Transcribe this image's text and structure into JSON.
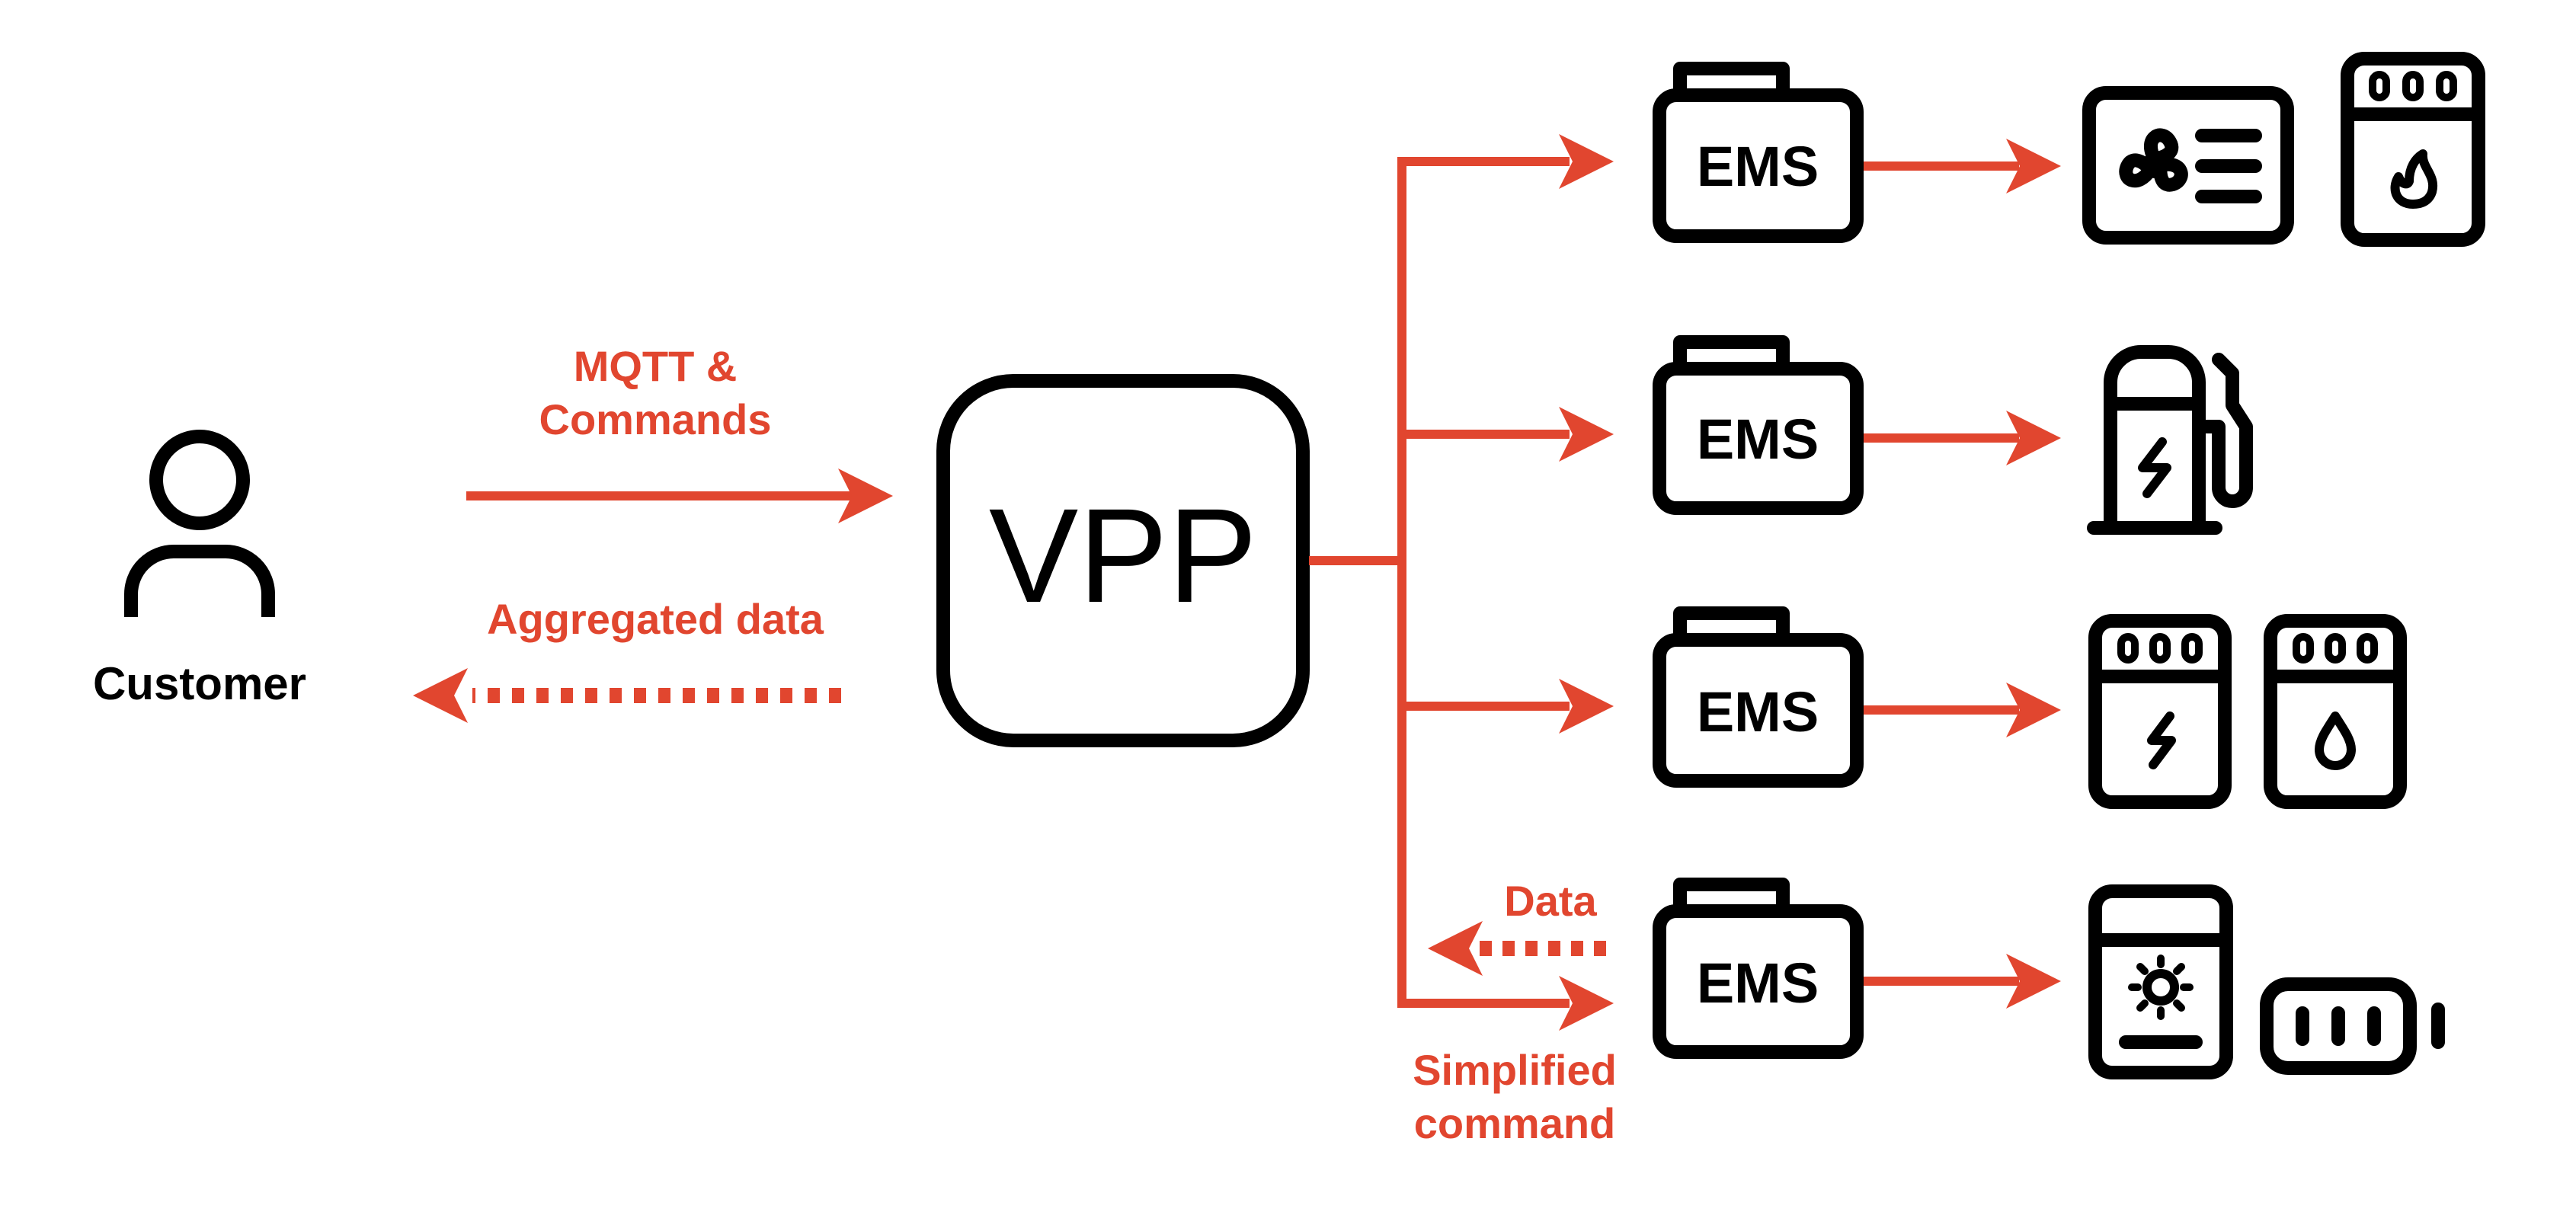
{
  "colors": {
    "accent": "#E1462F",
    "ink": "#000000",
    "background": "#FFFFFF"
  },
  "customer": {
    "icon": "user-icon",
    "label": "Customer"
  },
  "vpp": {
    "label": "VPP"
  },
  "links": {
    "to_vpp_line1": "MQTT &",
    "to_vpp_line2": "Commands",
    "to_customer": "Aggregated data",
    "ems_data": "Data",
    "ems_command_line1": "Simplified",
    "ems_command_line2": "command"
  },
  "ems_units": [
    {
      "label": "EMS",
      "devices": [
        "heat-pump-icon",
        "gas-boiler-icon"
      ]
    },
    {
      "label": "EMS",
      "devices": [
        "ev-charger-icon"
      ]
    },
    {
      "label": "EMS",
      "devices": [
        "electric-heater-icon",
        "water-heater-icon"
      ]
    },
    {
      "label": "EMS",
      "devices": [
        "solar-inverter-icon",
        "battery-icon"
      ]
    }
  ]
}
